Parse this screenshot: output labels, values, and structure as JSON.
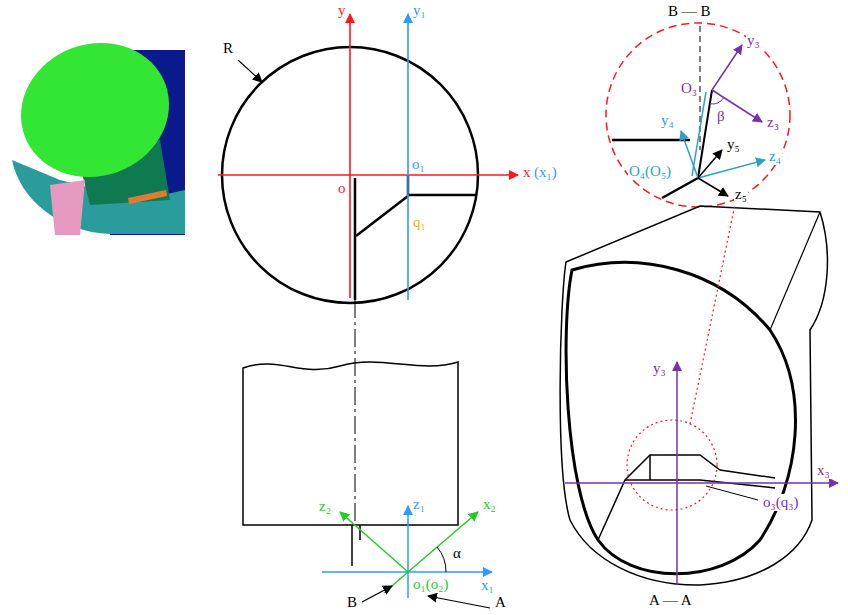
{
  "diagram": {
    "labels": [
      "R",
      "y",
      "y₁",
      "x",
      "(x₁)",
      "o",
      "o₁",
      "q₁",
      "z₁",
      "z₂",
      "x₂",
      "α",
      "x₁",
      "o₁(o₂)",
      "B",
      "A",
      "B — B",
      "y₃",
      "O₃",
      "z₃",
      "β",
      "y₄",
      "y₅",
      "O₄(O₅)",
      "z₄",
      "z₅",
      "y₃",
      "x₃",
      "o₃(q₃)",
      "A — A"
    ]
  }
}
